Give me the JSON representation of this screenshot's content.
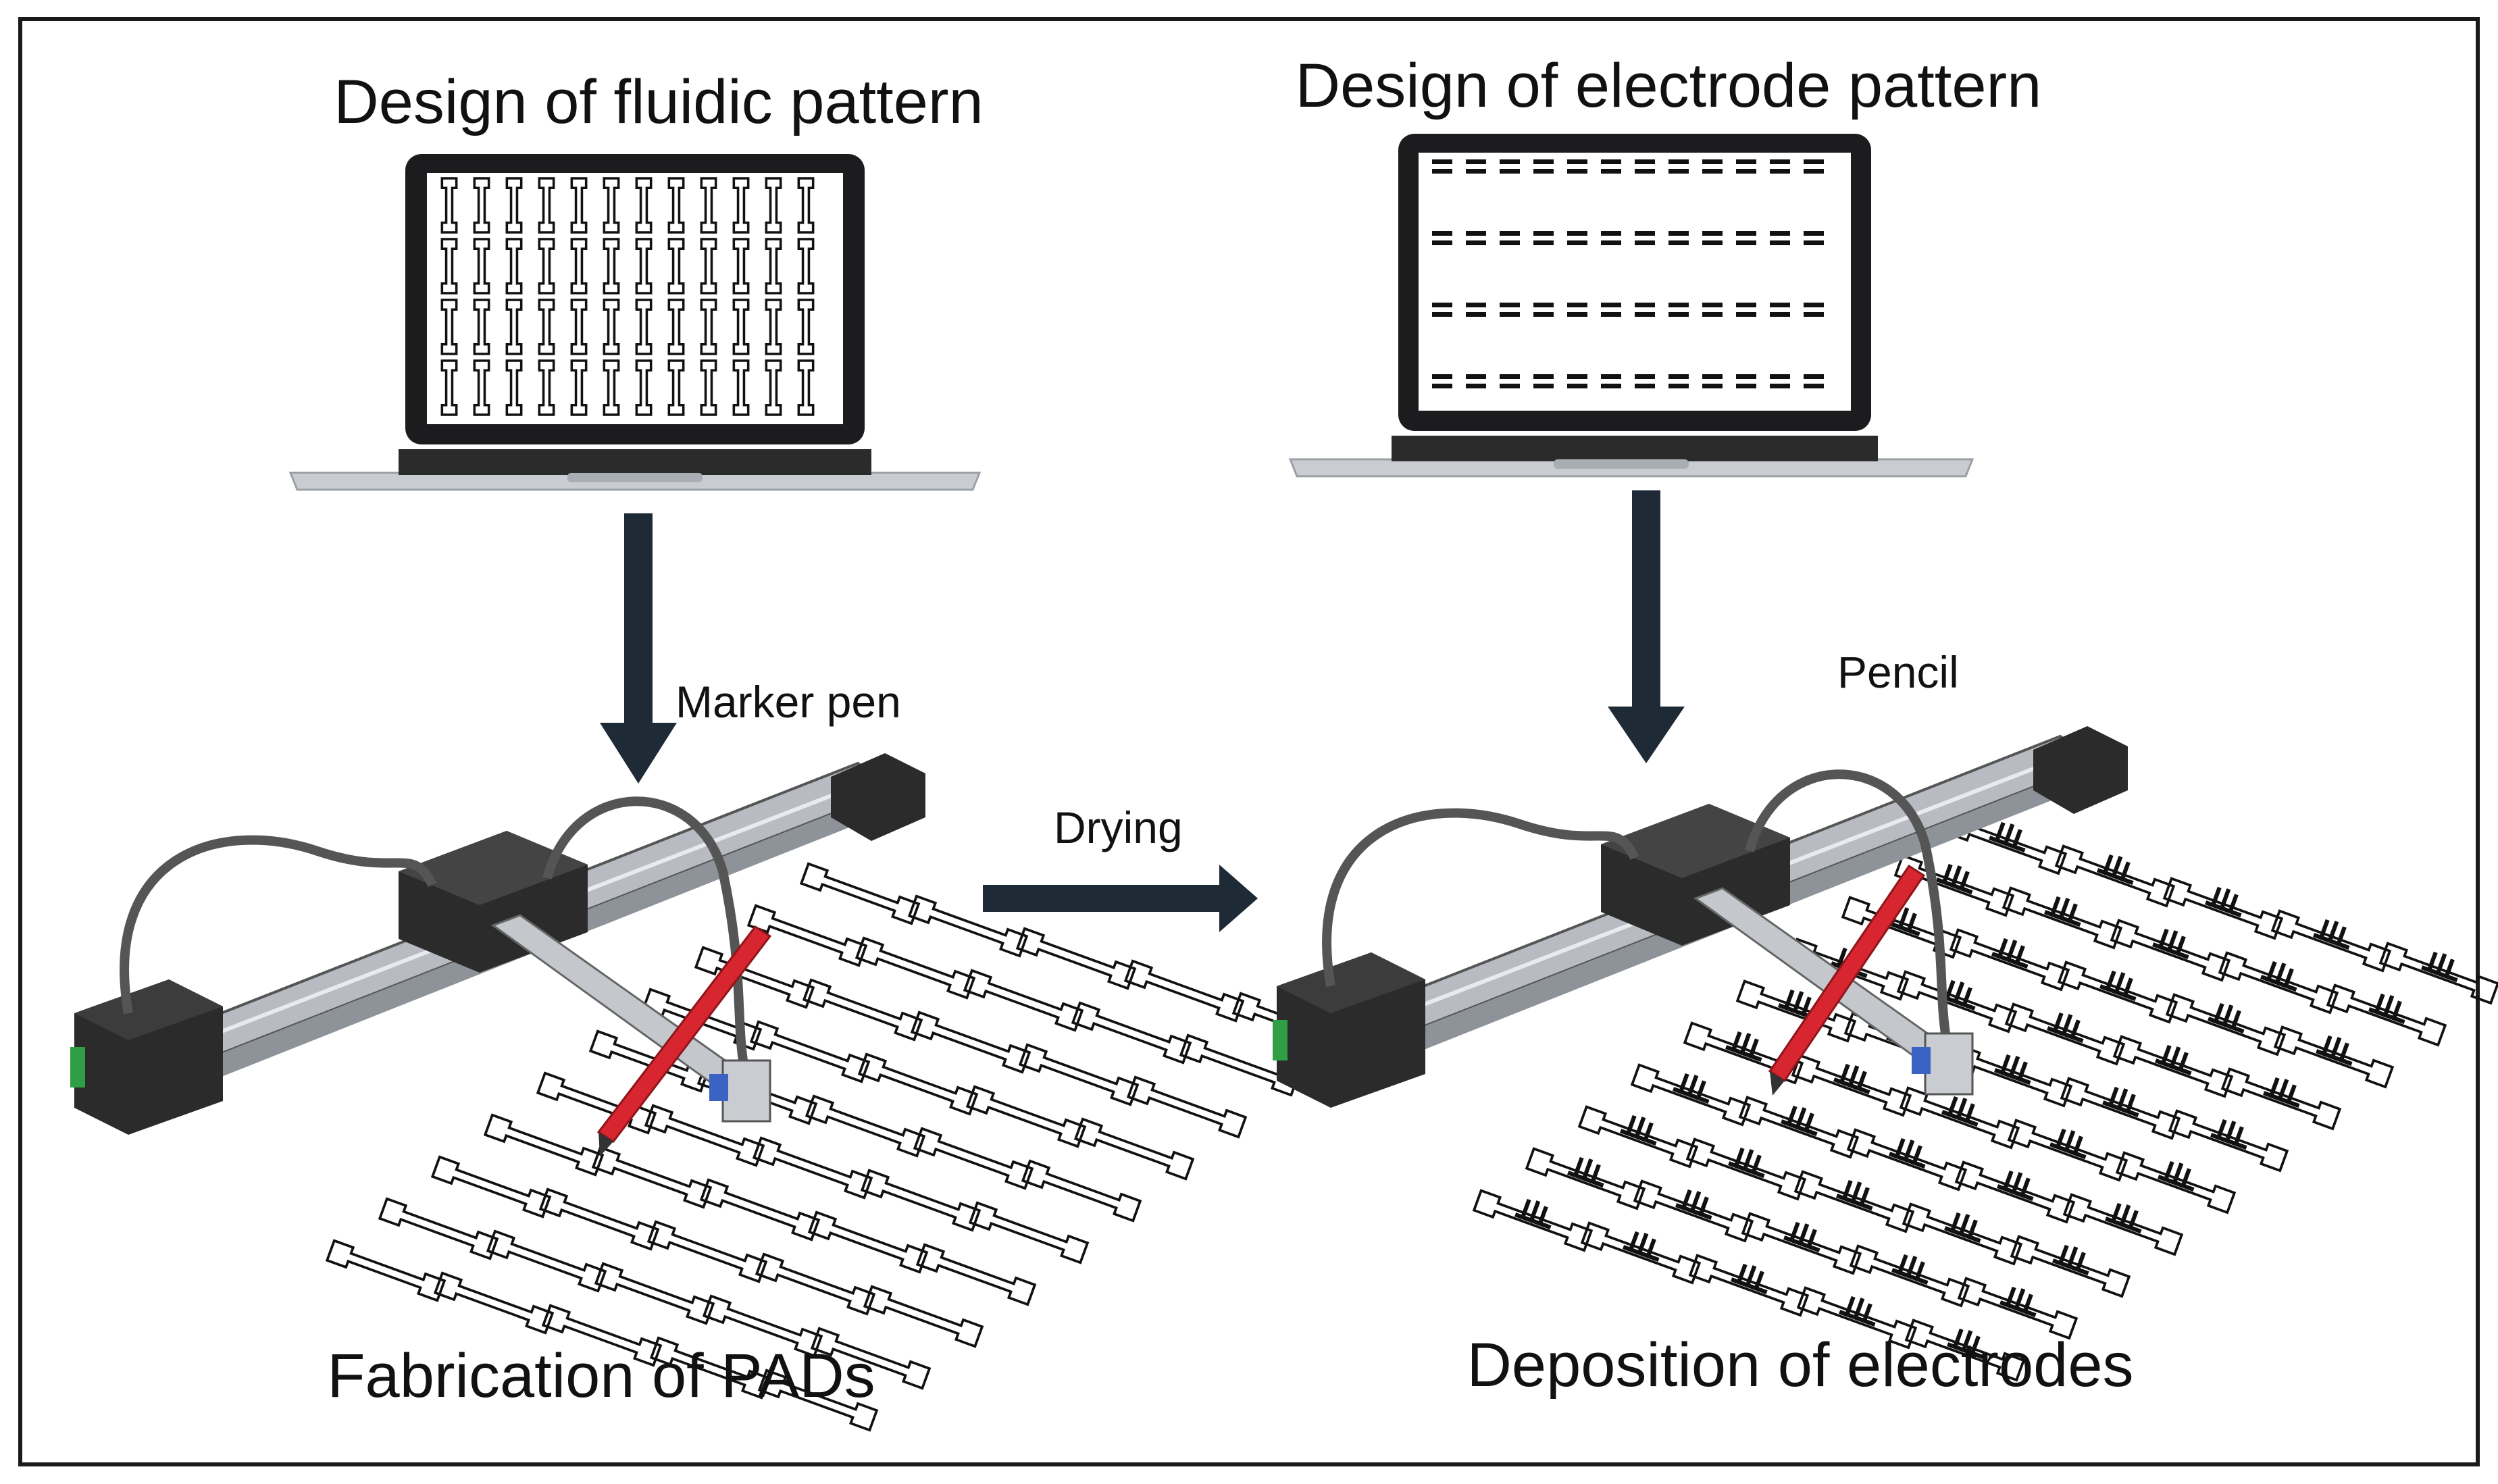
{
  "figure": {
    "fluidic_title": "Design of fluidic pattern",
    "electrode_title": "Design of electrode pattern",
    "marker_label": "Marker pen",
    "pencil_label": "Pencil",
    "drying_label": "Drying",
    "pads_caption": "Fabrication of PADs",
    "electrodes_caption": "Deposition of electrodes"
  },
  "colors": {
    "frame": "#1a1a1a",
    "arrow": "#1f2a37",
    "laptop_body": "#c9ccd1",
    "screen_bezel": "#1c1c1e",
    "plotter_dark": "#2b2b2b",
    "rail": "#b8bcc2",
    "pen_red": "#d7262f",
    "pattern_stroke": "#111111",
    "cable_blue": "#3b63c4",
    "connector_green": "#2f9e44"
  },
  "icons": {
    "laptop_left": "laptop-icon",
    "laptop_right": "laptop-icon",
    "plotter_left": "xy-plotter-icon",
    "plotter_right": "xy-plotter-icon",
    "marker_pen": "marker-pen-icon",
    "pencil": "pencil-icon"
  }
}
